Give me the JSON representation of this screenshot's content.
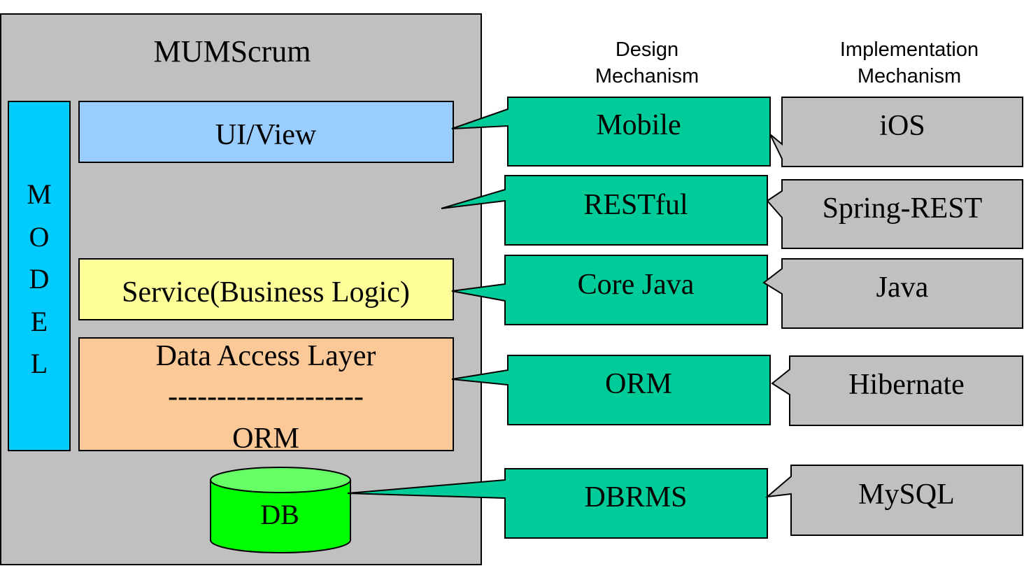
{
  "colors": {
    "system_box": "#c0c0c0",
    "model_bar": "#00ccff",
    "ui_view": "#99ccff",
    "service": "#ffff99",
    "dal": "#fbc898",
    "db": "#66ff66",
    "design_callout": "#00cc99",
    "impl_callout": "#c0c0c0"
  },
  "system": {
    "title": "MUMScrum",
    "model_label": [
      "M",
      "O",
      "D",
      "E",
      "L"
    ],
    "ui_view_label": "UI/View",
    "service_label": "Service(Business Logic)",
    "dal_label": "Data Access Layer",
    "dal_divider": "--------------------",
    "dal_sub_label": "ORM",
    "db_label": "DB"
  },
  "headers": {
    "design": [
      "Design",
      "Mechanism"
    ],
    "implementation": [
      "Implementation",
      "Mechanism"
    ]
  },
  "rows": [
    {
      "design": "Mobile",
      "implementation": "iOS"
    },
    {
      "design": "RESTful",
      "implementation": "Spring-REST"
    },
    {
      "design": "Core Java",
      "implementation": "Java"
    },
    {
      "design": "ORM",
      "implementation": "Hibernate"
    },
    {
      "design": "DBRMS",
      "implementation": "MySQL"
    }
  ]
}
